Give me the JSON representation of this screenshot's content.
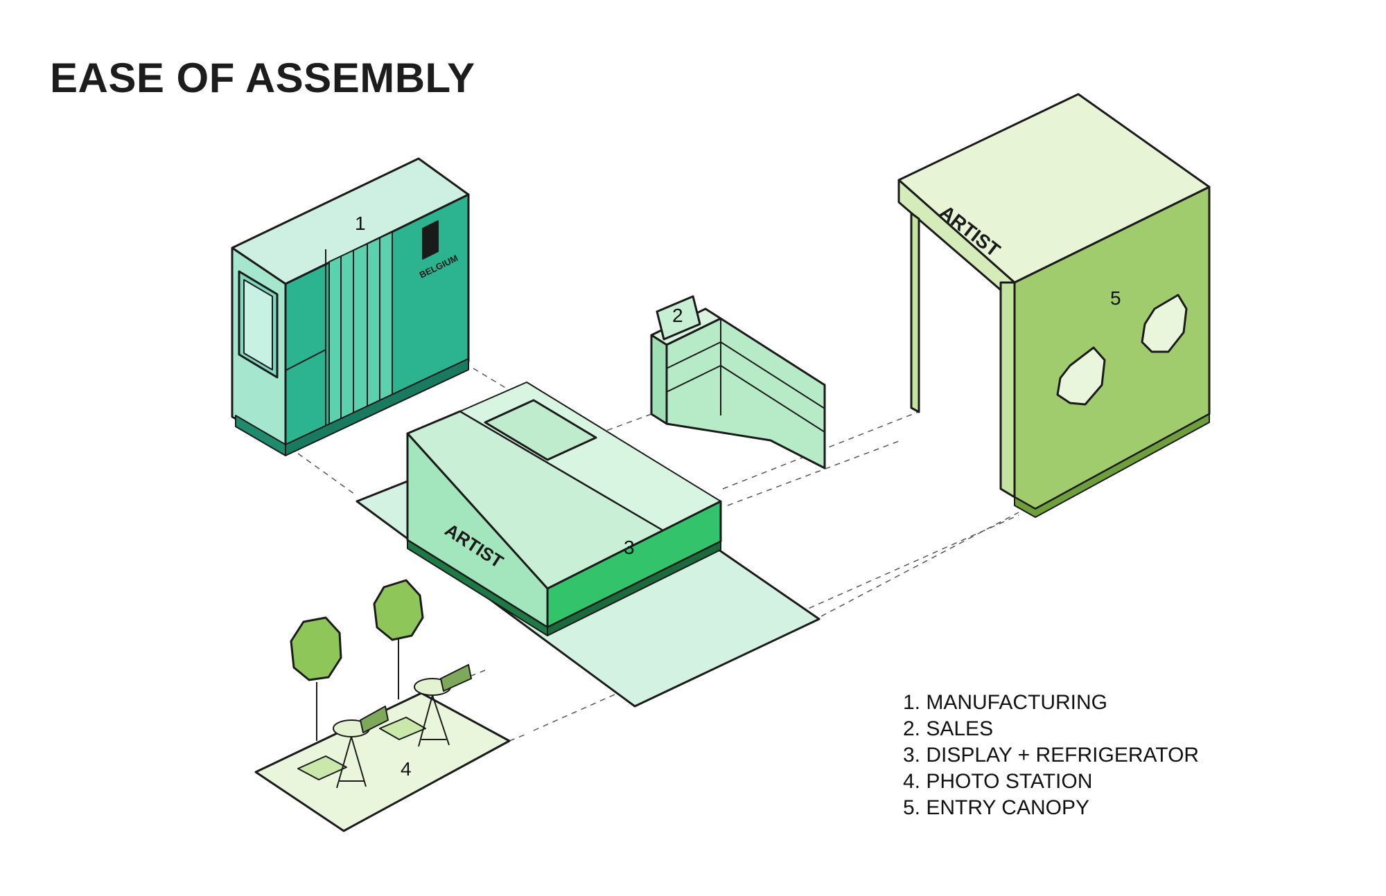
{
  "title": "EASE OF ASSEMBLY",
  "modules": [
    {
      "number": "1",
      "label": "MANUFACTURING",
      "legend": "1. MANUFACTURING"
    },
    {
      "number": "2",
      "label": "SALES",
      "legend": "2. SALES"
    },
    {
      "number": "3",
      "label": "DISPLAY + REFRIGERATOR",
      "legend": "3. DISPLAY + REFRIGERATOR"
    },
    {
      "number": "4",
      "label": "PHOTO STATION",
      "legend": "4. PHOTO STATION"
    },
    {
      "number": "5",
      "label": "ENTRY CANOPY",
      "legend": "5. ENTRY CANOPY"
    }
  ],
  "signage": {
    "brand": "ARTIST",
    "origin": "BELGIUM"
  },
  "colors": {
    "manufacturing_top": "#cdf0e2",
    "manufacturing_front": "#a5e6cf",
    "manufacturing_side": "#2cb38f",
    "sales": "#b7ebc8",
    "display_top": "#c9f0d6",
    "display_front": "#33c36a",
    "floor": "#d4f2e2",
    "canopy_top": "#e8f4d6",
    "canopy_side": "#a0cc6e",
    "photo_floor": "#eaf6dc",
    "tree": "#8fc65a"
  }
}
